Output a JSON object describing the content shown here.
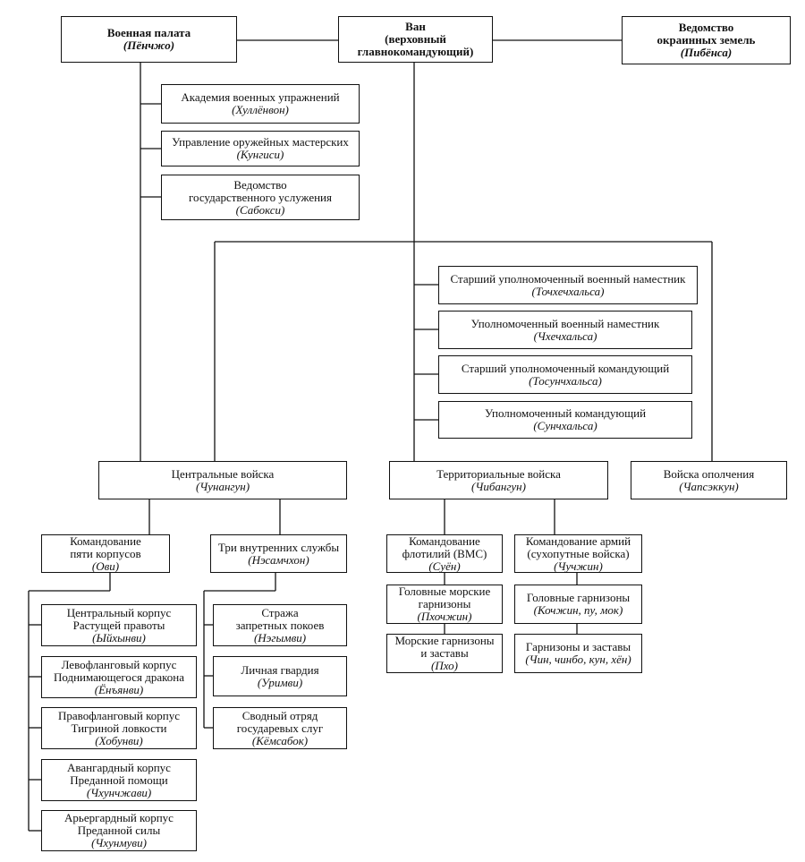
{
  "boxes": {
    "military_board": {
      "lines": [
        "Военная палата"
      ],
      "term": "(Пёнчжо)"
    },
    "king": {
      "lines": [
        "Ван",
        "(верховный",
        "главнокомандующий)"
      ]
    },
    "border_office": {
      "lines": [
        "Ведомство",
        "окраинных земель"
      ],
      "term": "(Пибёнса)"
    },
    "training_academy": {
      "lines": [
        "Академия военных упражнений"
      ],
      "term": "(Хуллёнвон)"
    },
    "armory": {
      "lines": [
        "Управление оружейных мастерских"
      ],
      "term": "(Кунгиси)"
    },
    "state_service": {
      "lines": [
        "Ведомство",
        "государственного услужения"
      ],
      "term": "(Сабокси)"
    },
    "senior_viceroy": {
      "lines": [
        "Старший уполномоченный военный наместник"
      ],
      "term": "(Точхечхальса)"
    },
    "viceroy": {
      "lines": [
        "Уполномоченный военный наместник"
      ],
      "term": "(Чхечхальса)"
    },
    "senior_commander": {
      "lines": [
        "Старший уполномоченный командующий"
      ],
      "term": "(Тосунчхальса)"
    },
    "commander": {
      "lines": [
        "Уполномоченный командующий"
      ],
      "term": "(Сунчхальса)"
    },
    "central_army": {
      "lines": [
        "Центральные войска"
      ],
      "term": "(Чунангун)"
    },
    "territorial_army": {
      "lines": [
        "Территориальные войска"
      ],
      "term": "(Чибангун)"
    },
    "militia": {
      "lines": [
        "Войска ополчения"
      ],
      "term": "(Чапсэккун)"
    },
    "five_corps": {
      "lines": [
        "Командование",
        "пяти корпусов"
      ],
      "term": "(Ови)"
    },
    "inner_services": {
      "lines": [
        "Три внутренних службы"
      ],
      "term": "(Нэсамчхон)"
    },
    "fleet_command": {
      "lines": [
        "Командование",
        "флотилий (ВМС)"
      ],
      "term": "(Суён)"
    },
    "army_command": {
      "lines": [
        "Командование армий",
        "(сухопутные войска)"
      ],
      "term": "(Чучжин)"
    },
    "central_corps": {
      "lines": [
        "Центральный корпус",
        "Растущей правоты"
      ],
      "term": "(Ыйхынви)"
    },
    "left_corps": {
      "lines": [
        "Левофланговый корпус",
        "Поднимающегося дракона"
      ],
      "term": "(Ёнъянви)"
    },
    "right_corps": {
      "lines": [
        "Правофланговый корпус",
        "Тигриной ловкости"
      ],
      "term": "(Хобунви)"
    },
    "vanguard_corps": {
      "lines": [
        "Авангардный корпус",
        "Преданной помощи"
      ],
      "term": "(Чхунчжави)"
    },
    "rearguard_corps": {
      "lines": [
        "Арьергардный корпус",
        "Преданной силы"
      ],
      "term": "(Чхунмуви)"
    },
    "palace_guard": {
      "lines": [
        "Стража",
        "запретных покоев"
      ],
      "term": "(Нэгымви)"
    },
    "personal_guard": {
      "lines": [
        "Личная гвардия"
      ],
      "term": "(Уримви)"
    },
    "servants_unit": {
      "lines": [
        "Сводный отряд",
        "государевых слуг"
      ],
      "term": "(Кёмсабок)"
    },
    "main_naval_garrisons": {
      "lines": [
        "Головные морские",
        "гарнизоны"
      ],
      "term": "(Пхочжин)"
    },
    "naval_garrisons": {
      "lines": [
        "Морские гарнизоны",
        "и заставы"
      ],
      "term": "(Пхо)"
    },
    "main_garrisons": {
      "lines": [
        "Головные гарнизоны"
      ],
      "term": "(Кочжин, пу, мок)"
    },
    "garrisons": {
      "lines": [
        "Гарнизоны и заставы"
      ],
      "term": "(Чин, чинбо, кун, хён)"
    }
  }
}
